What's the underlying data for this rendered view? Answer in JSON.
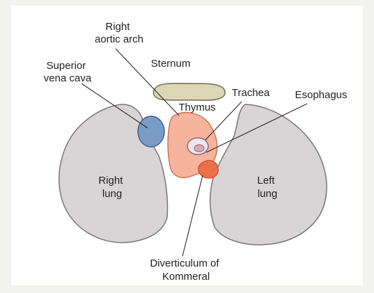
{
  "labels": {
    "right_aortic_arch": [
      "Right",
      "aortic arch"
    ],
    "superior_vena_cava": [
      "Superior",
      "vena cava"
    ],
    "sternum": "Sternum",
    "thymus": "Thymus",
    "trachea": "Trachea",
    "esophagus": "Esophagus",
    "right_lung": [
      "Right",
      "lung"
    ],
    "left_lung": [
      "Left",
      "lung"
    ],
    "diverticulum": [
      "Diverticulum of",
      "Kommeral"
    ]
  },
  "colors": {
    "page_background": "#f2f2ee",
    "canvas_background": "#ffffff",
    "lung_fill": "#d9d4d6",
    "lung_stroke": "#7b7479",
    "sternum_fill": "#ddd6b4",
    "sternum_stroke": "#6f6a58",
    "svc_fill": "#7b9bc7",
    "svc_stroke": "#44618b",
    "aorta_fill": "#f7b49c",
    "aorta_stroke": "#cf6f52",
    "diverticulum_fill": "#ea6f4c",
    "trachea_fill": "#ede6ea",
    "esophagus_fill": "#d9a8b4"
  }
}
